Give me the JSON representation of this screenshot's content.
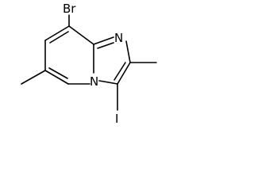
{
  "molecule": {
    "atom_labels": {
      "bromo": "Br",
      "ring_nitrogen": "N",
      "bridgehead_nitrogen": "N",
      "iodo": "I"
    }
  },
  "colors": {
    "bond": "#000000",
    "text": "#000000",
    "background": "#ffffff"
  }
}
